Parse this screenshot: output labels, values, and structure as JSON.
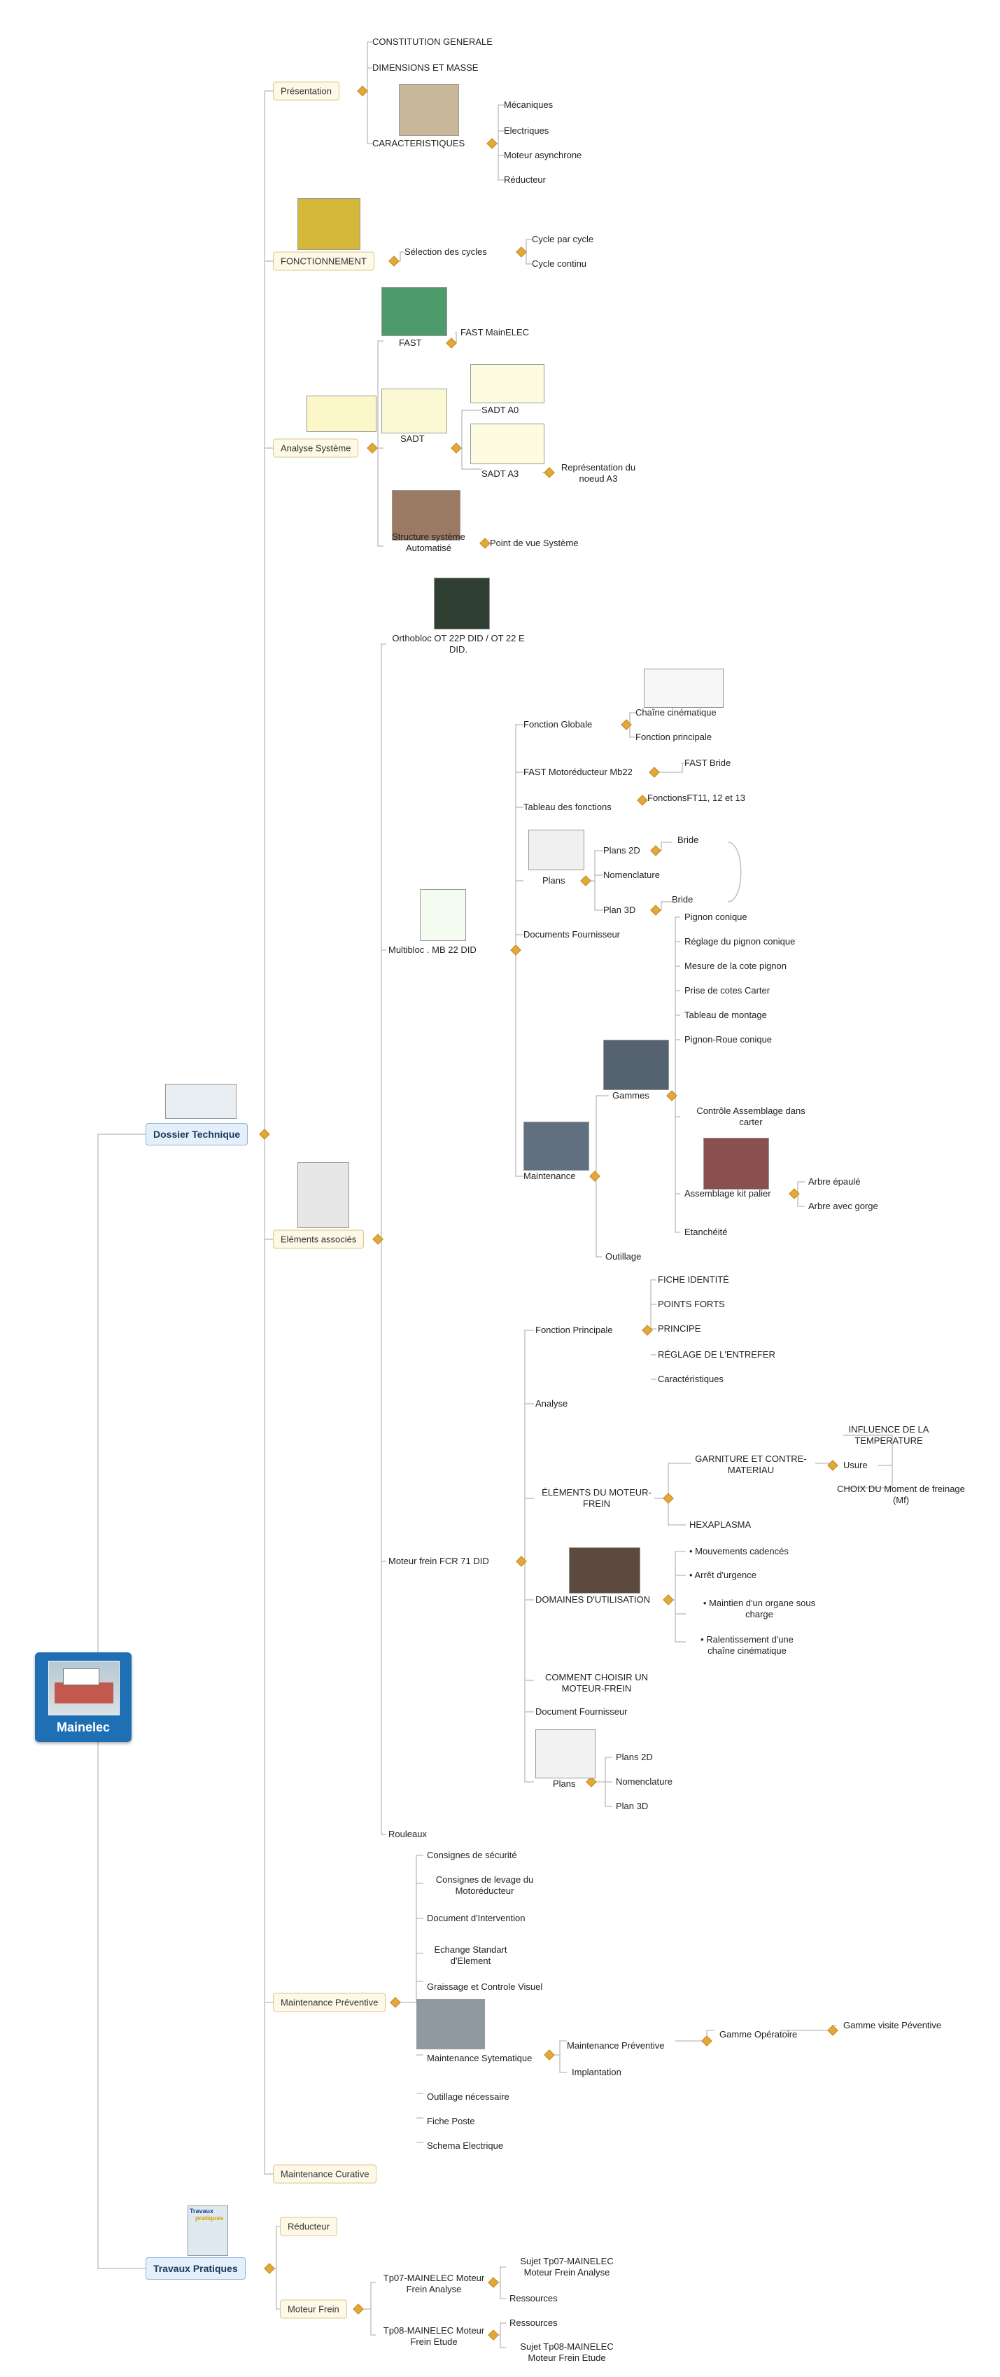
{
  "root": {
    "title": "Mainelec"
  },
  "branches": {
    "dossier": "Dossier Technique",
    "travaux": "Travaux Pratiques"
  },
  "dossier": {
    "presentation": {
      "label": "Présentation",
      "items": [
        "CONSTITUTION GENERALE",
        "DIMENSIONS ET MASSE",
        "CARACTERISTIQUES"
      ],
      "caracteristiques": [
        "Mécaniques",
        "Electriques",
        "Moteur asynchrone",
        "Réducteur"
      ]
    },
    "fonctionnement": {
      "label": "FONCTIONNEMENT",
      "selection": "Sélection des cycles",
      "cycles": [
        "Cycle par cycle",
        "Cycle  continu"
      ]
    },
    "analyse": {
      "label": "Analyse Système",
      "fast": "FAST",
      "fast_main": "FAST MainELEC",
      "sadt": "SADT",
      "sadt_a0": "SADT A0",
      "sadt_a3": "SADT A3",
      "representation": "Représentation du noeud A3",
      "structure": "Structure système Automatisé",
      "point_vue": "Point de vue Système"
    },
    "elements": {
      "label": "Eléments associés",
      "orthobloc": "Orthobloc OT 22P DID / OT 22 E DID.",
      "multibloc": "Multibloc . MB 22 DID",
      "fonction_globale": "Fonction Globale",
      "chaine": "Chaîne cinématique",
      "fonction_principale": "Fonction principale",
      "fast_moto": "FAST Motoréducteur Mb22",
      "fast_bride": "FAST Bride",
      "tableau_fonctions": "Tableau des fonctions",
      "fonctions_ft": "FonctionsFT11, 12 et 13",
      "plans": "Plans",
      "plans_2d": "Plans 2D",
      "bride1": "Bride",
      "nomenclature": "Nomenclature",
      "plan_3d": "Plan 3D",
      "bride2": "Bride",
      "docs_fournisseur": "Documents Fournisseur",
      "maintenance": "Maintenance",
      "gammes": "Gammes",
      "gammes_items": [
        "Pignon conique",
        "Réglage du pignon conique",
        "Mesure de la cote pignon",
        "Prise de cotes Carter",
        "Tableau de montage",
        "Pignon-Roue conique",
        "Contrôle Assemblage dans carter"
      ],
      "assemblage": "Assemblage kit palier",
      "arbre1": "Arbre épaulé",
      "arbre2": "Arbre avec gorge",
      "etancheite": "Etanchéité",
      "outillage": "Outillage",
      "moteur_frein": "Moteur frein FCR 71 DID",
      "fonction_princ2": "Fonction Principale",
      "fp_items": [
        "FICHE IDENTITÉ",
        "POINTS FORTS",
        "PRINCIPE",
        "RÉGLAGE DE L'ENTREFER",
        "Caractéristiques"
      ],
      "analyse2": "Analyse",
      "elements_mf": "ÉLÉMENTS DU MOTEUR-FREIN",
      "garniture": "GARNITURE ET CONTRE-MATERIAU",
      "usure": "Usure",
      "influence": "INFLUENCE DE LA TEMPERATURE",
      "choix_moment": "CHOIX DU Moment de freinage (Mf)",
      "hexaplasma": "HEXAPLASMA",
      "domaines": "DOMAINES D'UTILISATION",
      "dom_items": [
        "• Mouvements cadencés",
        "• Arrêt d'urgence",
        "• Maintien d'un organe sous charge",
        "• Ralentissement d'une chaîne cinématique"
      ],
      "comment_choisir": "COMMENT CHOISIR UN MOTEUR-FREIN",
      "doc_fournisseur": "Document Fournisseur",
      "plans2": "Plans",
      "plans2_items": [
        "Plans 2D",
        "Nomenclature",
        "Plan 3D"
      ],
      "rouleaux": "Rouleaux"
    },
    "maint_prev": {
      "label": "Maintenance Préventive",
      "items": [
        "Consignes de sécurité",
        "Consignes de levage du Motoréducteur",
        "Document d'Intervention",
        "Echange Standart d'Element",
        "Graissage et Controle Visuel",
        "Maintenance Sytematique",
        "Outillage  nécessaire",
        "Fiche Poste",
        "Schema Electrique"
      ],
      "mp": "Maintenance Préventive",
      "gamme_op": "Gamme Opératoire",
      "gamme_visite": "Gamme visite Péventive",
      "implantation": "Implantation"
    },
    "maint_cur": {
      "label": "Maintenance Curative"
    }
  },
  "travaux": {
    "reducteur": "Réducteur",
    "moteur_frein": "Moteur Frein",
    "tp07": "Tp07-MAINELEC Moteur Frein Analyse",
    "tp07_sujet": "Sujet Tp07-MAINELEC Moteur Frein Analyse",
    "tp07_res": "Ressources",
    "tp08": "Tp08-MAINELEC Moteur Frein Etude",
    "tp08_res": "Ressources",
    "tp08_sujet": "Sujet Tp08-MAINELEC Moteur Frein Etude",
    "logo_text": [
      "Travaux",
      "pratiques"
    ]
  },
  "colors": {
    "line": "#b9b9b9",
    "connector": "#e3a83a",
    "root": "#1f6fb5",
    "main_fill": "#e3effa",
    "box_fill": "#fdf9e6"
  }
}
